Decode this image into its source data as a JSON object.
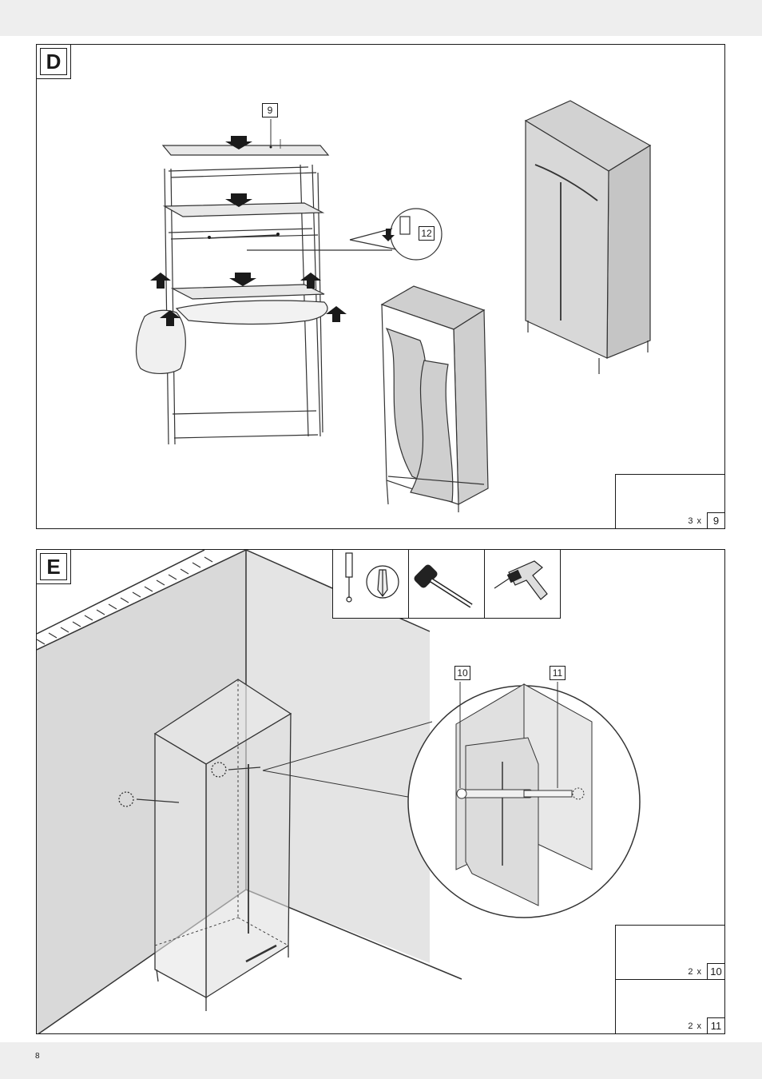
{
  "page_number": "8",
  "step_d": {
    "letter": "D",
    "tag_shelf": "9",
    "tag_clip": "12",
    "parts": {
      "quantity": "3 x",
      "part_id": "9"
    }
  },
  "step_e": {
    "letter": "E",
    "tag_screw": "10",
    "tag_anchor": "11",
    "parts": [
      {
        "quantity": "2 x",
        "part_id": "10"
      },
      {
        "quantity": "2 x",
        "part_id": "11"
      }
    ],
    "tools": [
      "screwdriver-icon",
      "hammer-icon",
      "drill-icon"
    ]
  }
}
